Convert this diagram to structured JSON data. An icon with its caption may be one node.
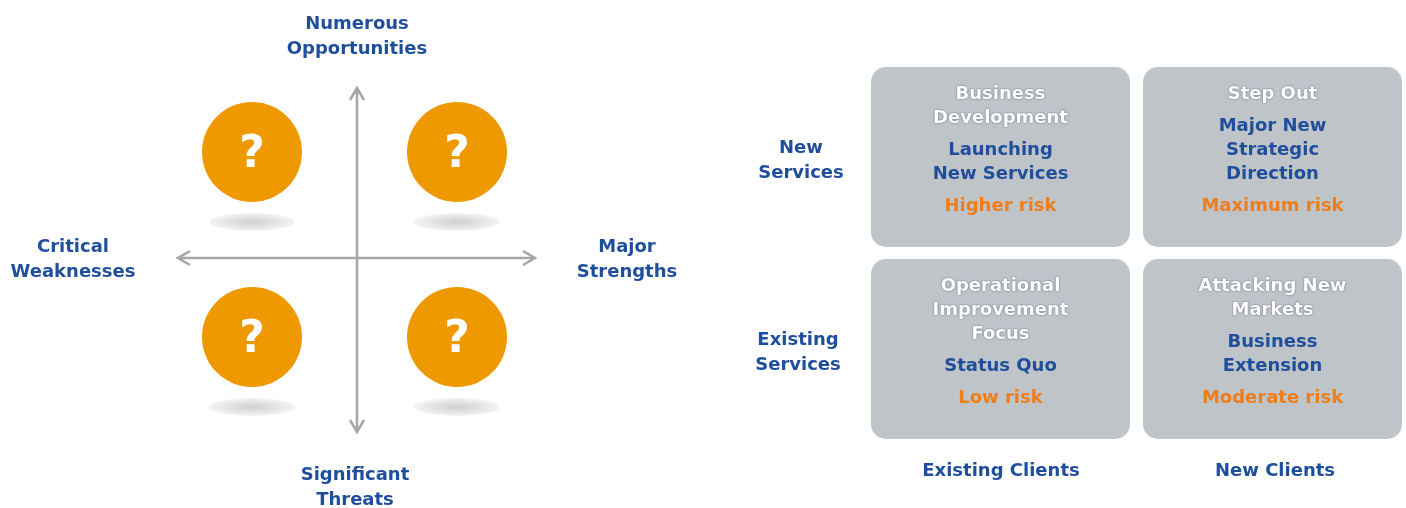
{
  "diagram": {
    "nodes": [
      {
        "text": [
          "?"
        ]
      },
      {
        "text": [
          "?"
        ]
      },
      {
        "text": [
          "?"
        ]
      },
      {
        "text": [
          "?"
        ]
      },
      {
        "text": [
          "Business Development",
          "Launching New Services",
          "Higher risk"
        ]
      },
      {
        "text": [
          "Step Out",
          "Major New Strategic Direction",
          "Maximum risk"
        ]
      },
      {
        "text": [
          "Operational Improvement Focus",
          "Status Quo",
          "Low risk"
        ]
      },
      {
        "text": [
          "Attacking New Markets",
          "Business Extension",
          "Moderate risk"
        ]
      }
    ],
    "labels": [
      "Numerous Opportunities",
      "Critical Weaknesses",
      "Major Strengths",
      "Significant Threats",
      "New Services",
      "Existing Services",
      "Existing Clients",
      "New Clients"
    ]
  }
}
